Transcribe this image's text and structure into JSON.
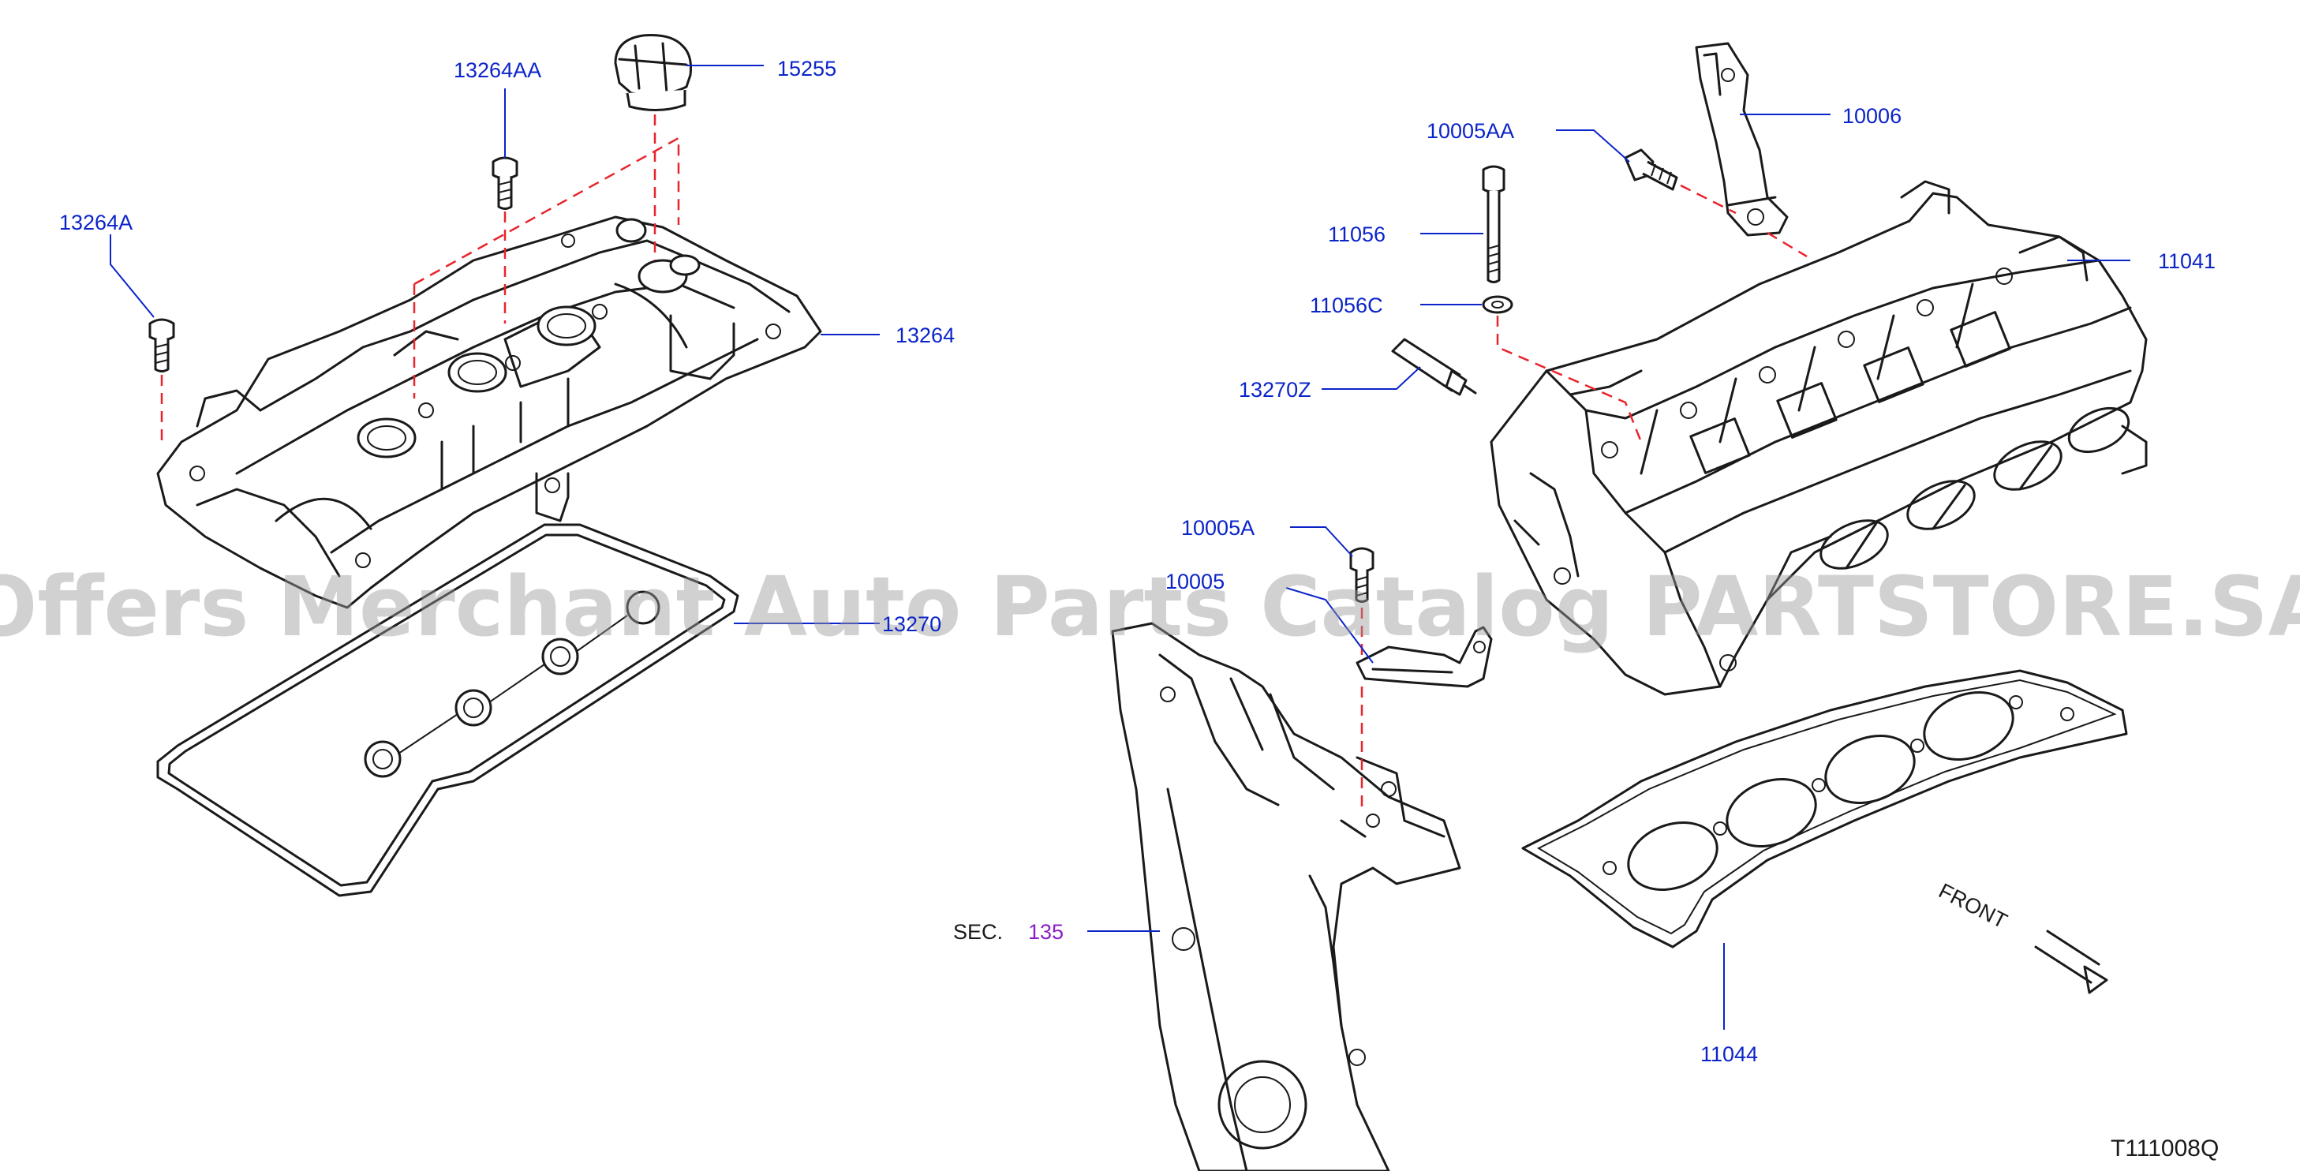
{
  "colors": {
    "callout": "#0b24c9",
    "section_ref": "#8a1ec8",
    "hidden_line": "#e8242c",
    "ink": "#1a1a1a",
    "watermark": "#9a9a9a"
  },
  "watermark": "Offers Merchant Auto Parts Catalog PARTSTORE.SA",
  "callouts": {
    "p13264AA": "13264AA",
    "p15255": "15255",
    "p13264A": "13264A",
    "p13264": "13264",
    "p13270": "13270",
    "p10005AA": "10005AA",
    "p10006": "10006",
    "p11056": "11056",
    "p11041": "11041",
    "p11056C": "11056C",
    "p13270Z": "13270Z",
    "p10005A": "10005A",
    "p10005": "10005",
    "p11044": "11044"
  },
  "section_ref": {
    "prefix": "SEC.",
    "number": "135"
  },
  "front_label": "FRONT",
  "diagram_code": "T111008Q"
}
